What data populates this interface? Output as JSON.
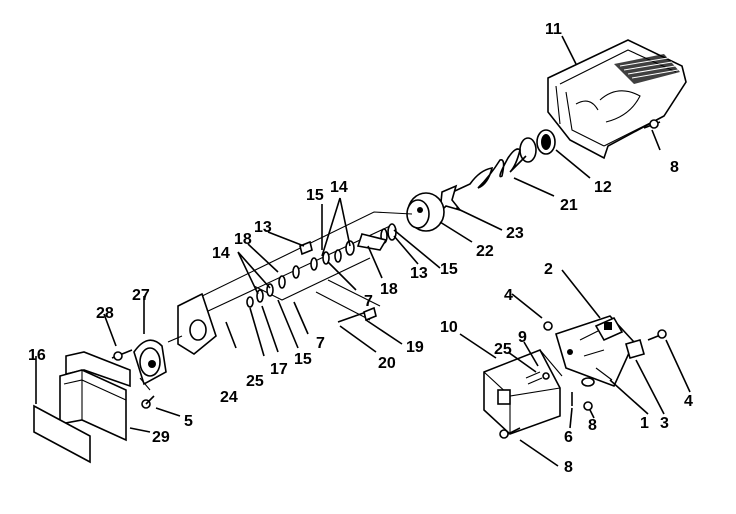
{
  "callouts": [
    {
      "id": "c11",
      "text": "11"
    },
    {
      "id": "c8a",
      "text": "8"
    },
    {
      "id": "c12",
      "text": "12"
    },
    {
      "id": "c21",
      "text": "21"
    },
    {
      "id": "c23",
      "text": "23"
    },
    {
      "id": "c22",
      "text": "22"
    },
    {
      "id": "c15a",
      "text": "15"
    },
    {
      "id": "c14a",
      "text": "14"
    },
    {
      "id": "c13a",
      "text": "13"
    },
    {
      "id": "c13b",
      "text": "13"
    },
    {
      "id": "c15b",
      "text": "15"
    },
    {
      "id": "c18a",
      "text": "18"
    },
    {
      "id": "c14b",
      "text": "14"
    },
    {
      "id": "c18b",
      "text": "18"
    },
    {
      "id": "c7a",
      "text": "7"
    },
    {
      "id": "c7b",
      "text": "7"
    },
    {
      "id": "c27",
      "text": "27"
    },
    {
      "id": "c28",
      "text": "28"
    },
    {
      "id": "c16",
      "text": "16"
    },
    {
      "id": "c24",
      "text": "24"
    },
    {
      "id": "c25a",
      "text": "25"
    },
    {
      "id": "c17",
      "text": "17"
    },
    {
      "id": "c15c",
      "text": "15"
    },
    {
      "id": "c19",
      "text": "19"
    },
    {
      "id": "c20",
      "text": "20"
    },
    {
      "id": "c5",
      "text": "5"
    },
    {
      "id": "c29",
      "text": "29"
    },
    {
      "id": "c2",
      "text": "2"
    },
    {
      "id": "c4a",
      "text": "4"
    },
    {
      "id": "c10",
      "text": "10"
    },
    {
      "id": "c9",
      "text": "9"
    },
    {
      "id": "c25b",
      "text": "25"
    },
    {
      "id": "c8b",
      "text": "8"
    },
    {
      "id": "c1",
      "text": "1"
    },
    {
      "id": "c3",
      "text": "3"
    },
    {
      "id": "c4b",
      "text": "4"
    },
    {
      "id": "c6",
      "text": "6"
    },
    {
      "id": "c8c",
      "text": "8"
    }
  ]
}
